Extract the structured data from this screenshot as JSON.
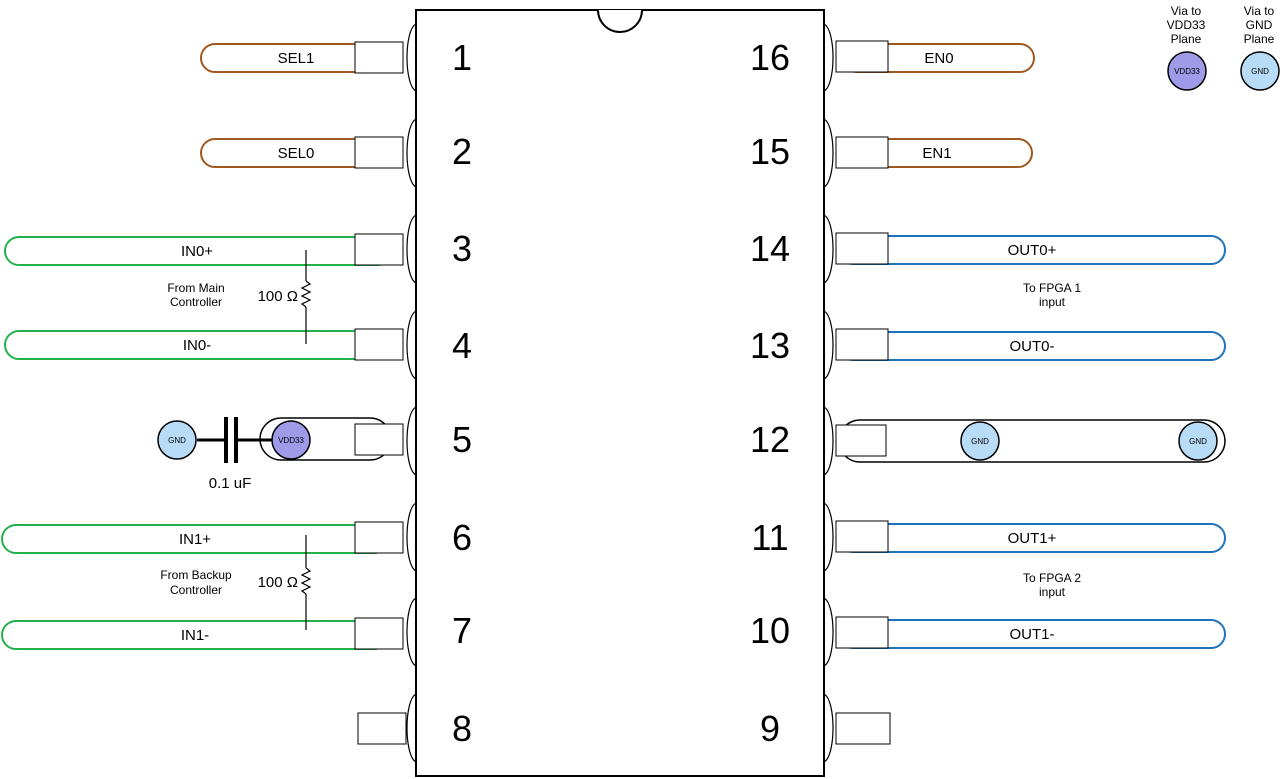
{
  "colors": {
    "control_trace": "#a0581f",
    "input_trace": "#22b24c",
    "output_trace": "#1e73be",
    "vdd33_via": "#9f9be8",
    "gnd_via": "#b9dcf6",
    "outline": "#000000"
  },
  "pins": {
    "p1": "1",
    "p2": "2",
    "p3": "3",
    "p4": "4",
    "p5": "5",
    "p6": "6",
    "p7": "7",
    "p8": "8",
    "p9": "9",
    "p10": "10",
    "p11": "11",
    "p12": "12",
    "p13": "13",
    "p14": "14",
    "p15": "15",
    "p16": "16"
  },
  "traces": {
    "sel1": "SEL1",
    "sel0": "SEL0",
    "in0p": "IN0+",
    "in0n": "IN0-",
    "in1p": "IN1+",
    "in1n": "IN1-",
    "en0": "EN0",
    "en1": "EN1",
    "out0p": "OUT0+",
    "out0n": "OUT0-",
    "out1p": "OUT1+",
    "out1n": "OUT1-"
  },
  "notes": {
    "main_l1": "From Main",
    "main_l2": "Controller",
    "backup_l1": "From Backup",
    "backup_l2": "Controller",
    "fpga1_l1": "To FPGA 1",
    "fpga1_l2": "input",
    "fpga2_l1": "To FPGA 2",
    "fpga2_l2": "input",
    "res_top": "100 Ω",
    "res_bottom": "100 Ω",
    "cap": "0.1 uF"
  },
  "vias": {
    "gnd": "GND",
    "vdd33": "VDD33"
  },
  "legend": {
    "vdd_l1": "Via to",
    "vdd_l2": "VDD33",
    "vdd_l3": "Plane",
    "gnd_l1": "Via to",
    "gnd_l2": "GND",
    "gnd_l3": "Plane"
  }
}
